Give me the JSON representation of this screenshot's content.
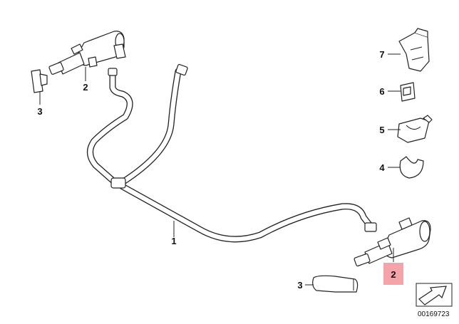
{
  "callouts": {
    "hose_assembly": "1",
    "nozzle_upper": "2",
    "cap_upper": "3",
    "nozzle_lower": "2",
    "cap_lower": "3",
    "clip_4": "4",
    "clip_5": "5",
    "clip_6": "6",
    "clip_7": "7"
  },
  "highlight_color": "#f4a3a8",
  "diagram_number": "00169723"
}
